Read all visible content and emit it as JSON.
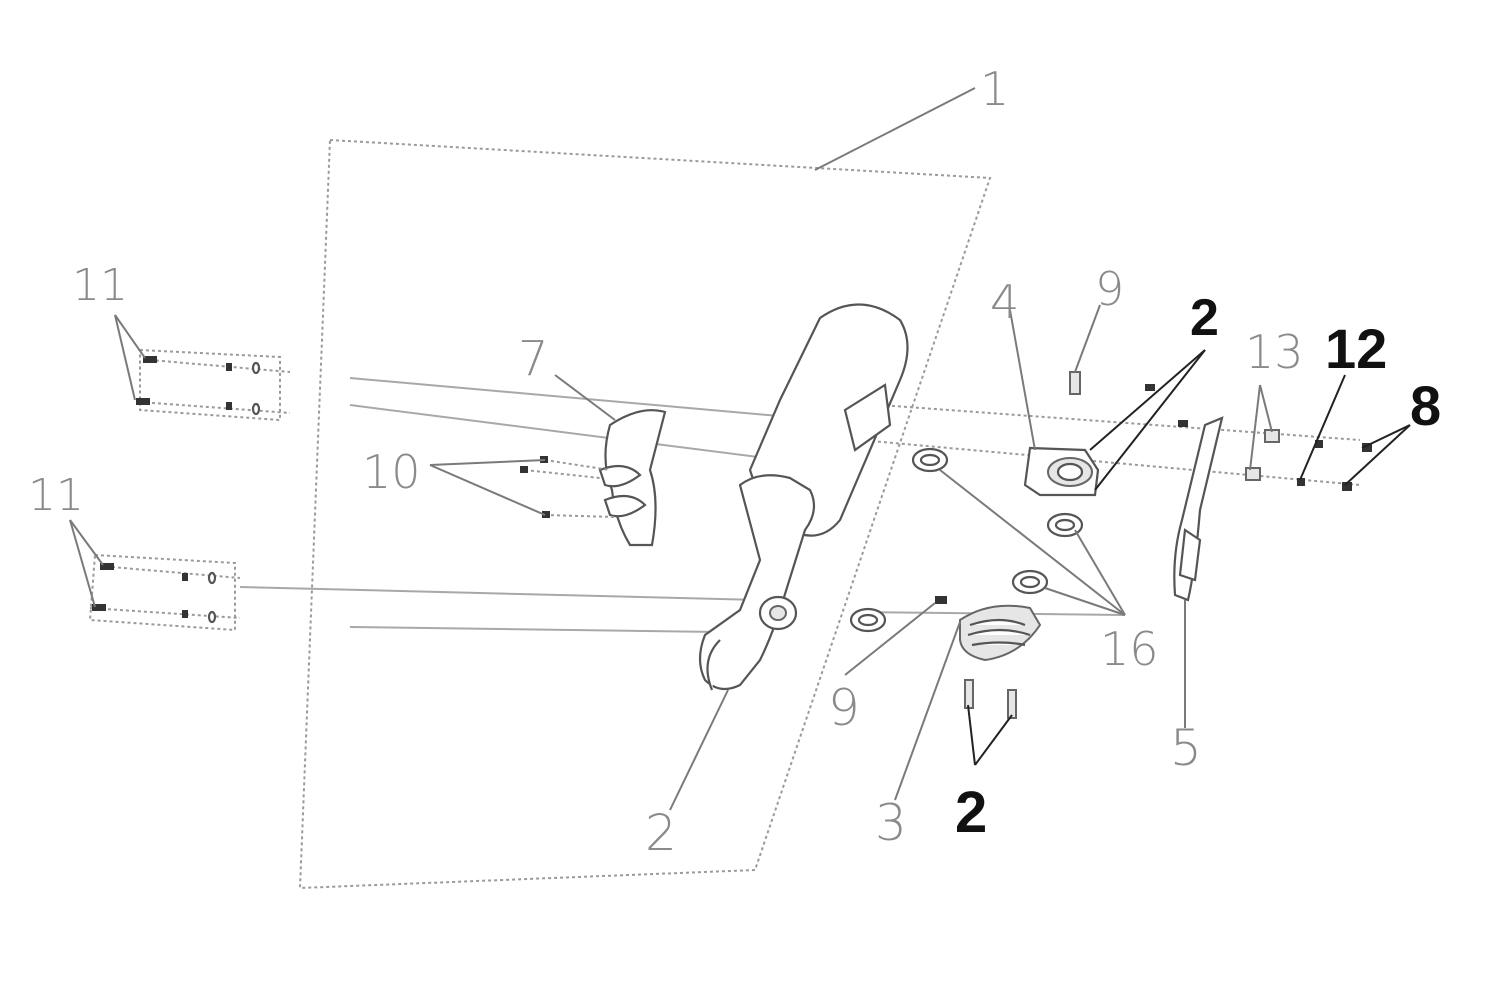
{
  "callouts": {
    "c1": "1",
    "c2_muffler": "2",
    "c2_top": "2",
    "c2_bottom": "2",
    "c3": "3",
    "c4": "4",
    "c5": "5",
    "c7": "7",
    "c8": "8",
    "c9_top": "9",
    "c9_bottom": "9",
    "c10": "10",
    "c11_top": "11",
    "c11_bottom": "11",
    "c12": "12",
    "c13": "13",
    "c16": "16"
  },
  "colors": {
    "linework": "#555555",
    "light_callout": "#8a8a8a",
    "bold_callout": "#111111"
  }
}
